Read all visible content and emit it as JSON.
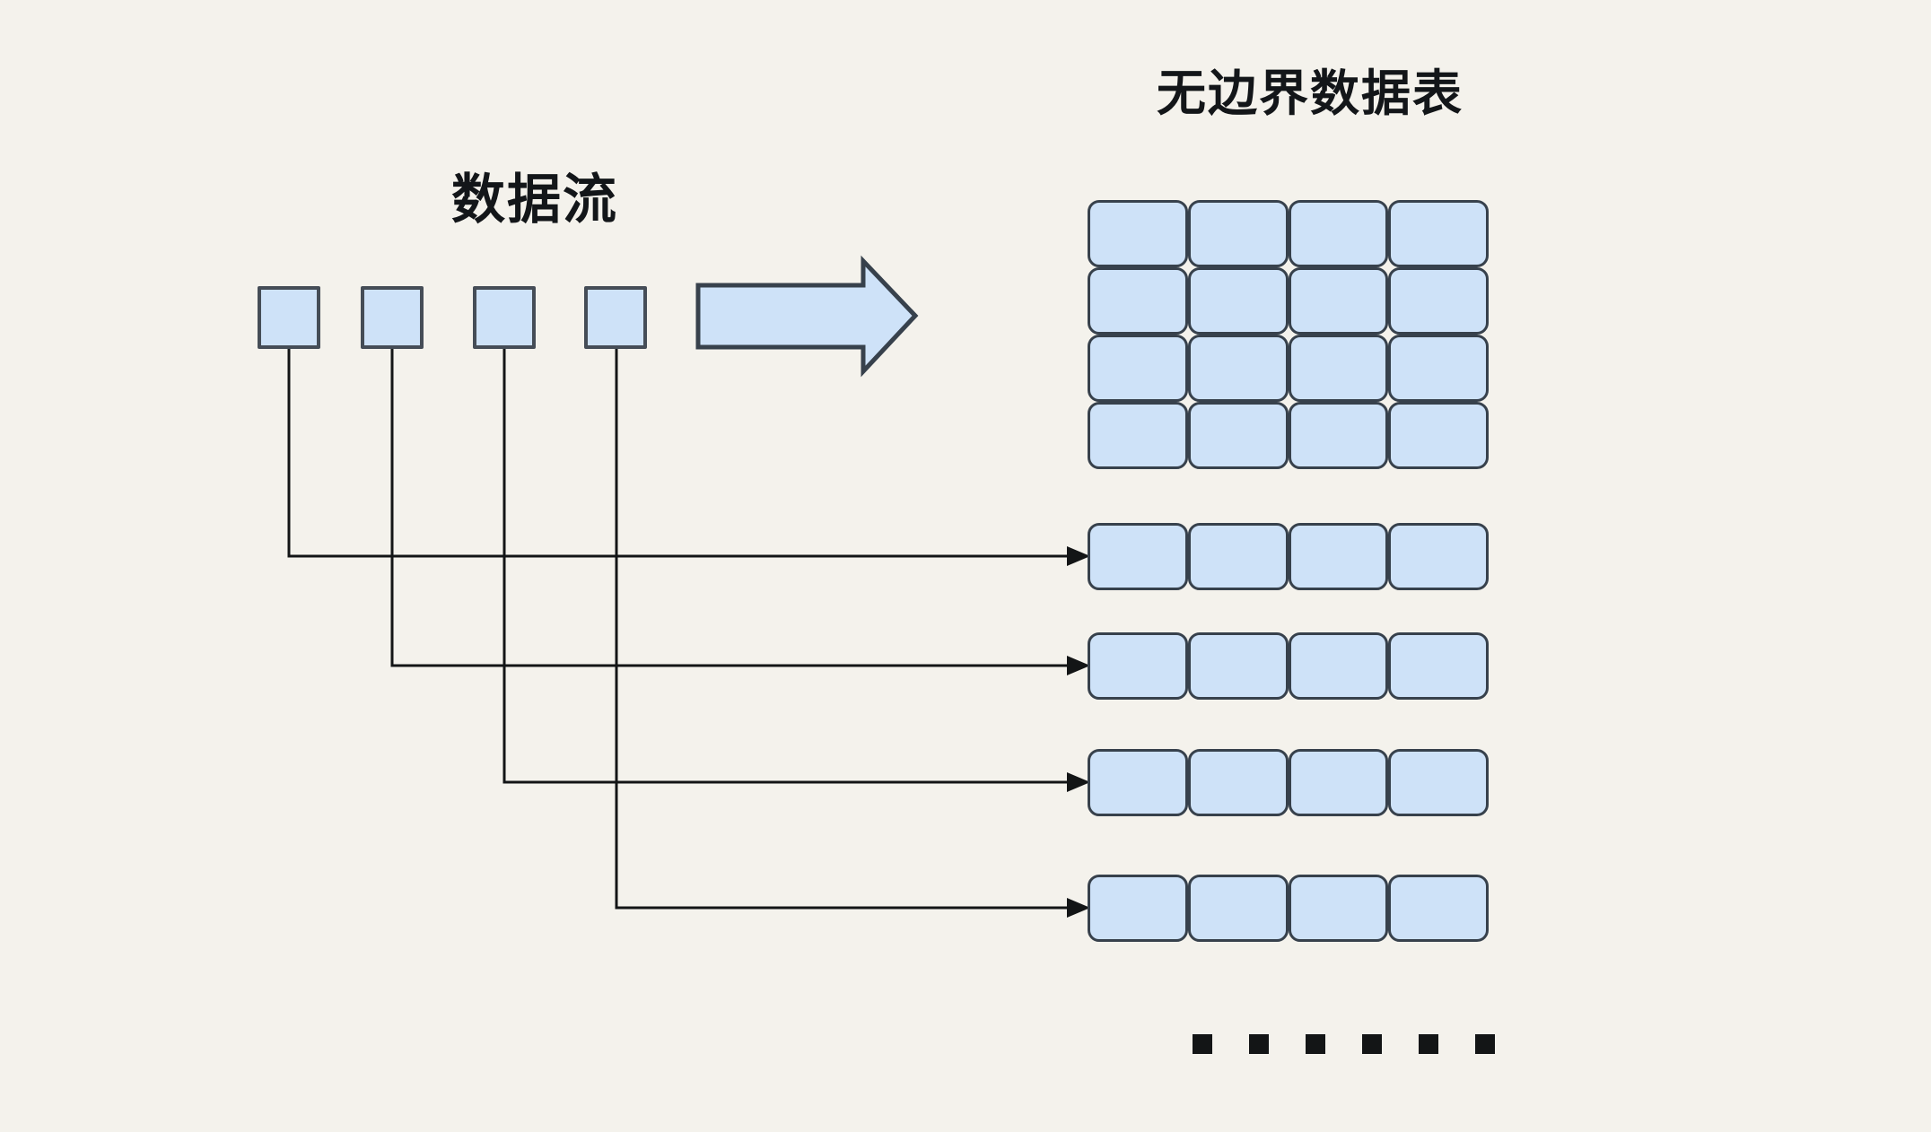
{
  "titles": {
    "stream": "数据流",
    "table": "无边界数据表"
  },
  "stream": {
    "element_count": 4,
    "element_shape": "square"
  },
  "table": {
    "grid": {
      "rows": 4,
      "cols": 4
    },
    "detached_rows": {
      "count": 4,
      "cells_per_row": 4
    }
  },
  "connectors": {
    "count": 4,
    "style": "elbow",
    "arrowhead": "filled-triangle"
  },
  "flow_arrow": {
    "direction": "right"
  },
  "ellipsis": {
    "dot_count": 6
  },
  "colors": {
    "background": "#f4f2ec",
    "shape_fill": "#cee2f8",
    "shape_border": "#37414c",
    "stream_square_border": "#454d57",
    "connector": "#131516",
    "text": "#131619"
  }
}
